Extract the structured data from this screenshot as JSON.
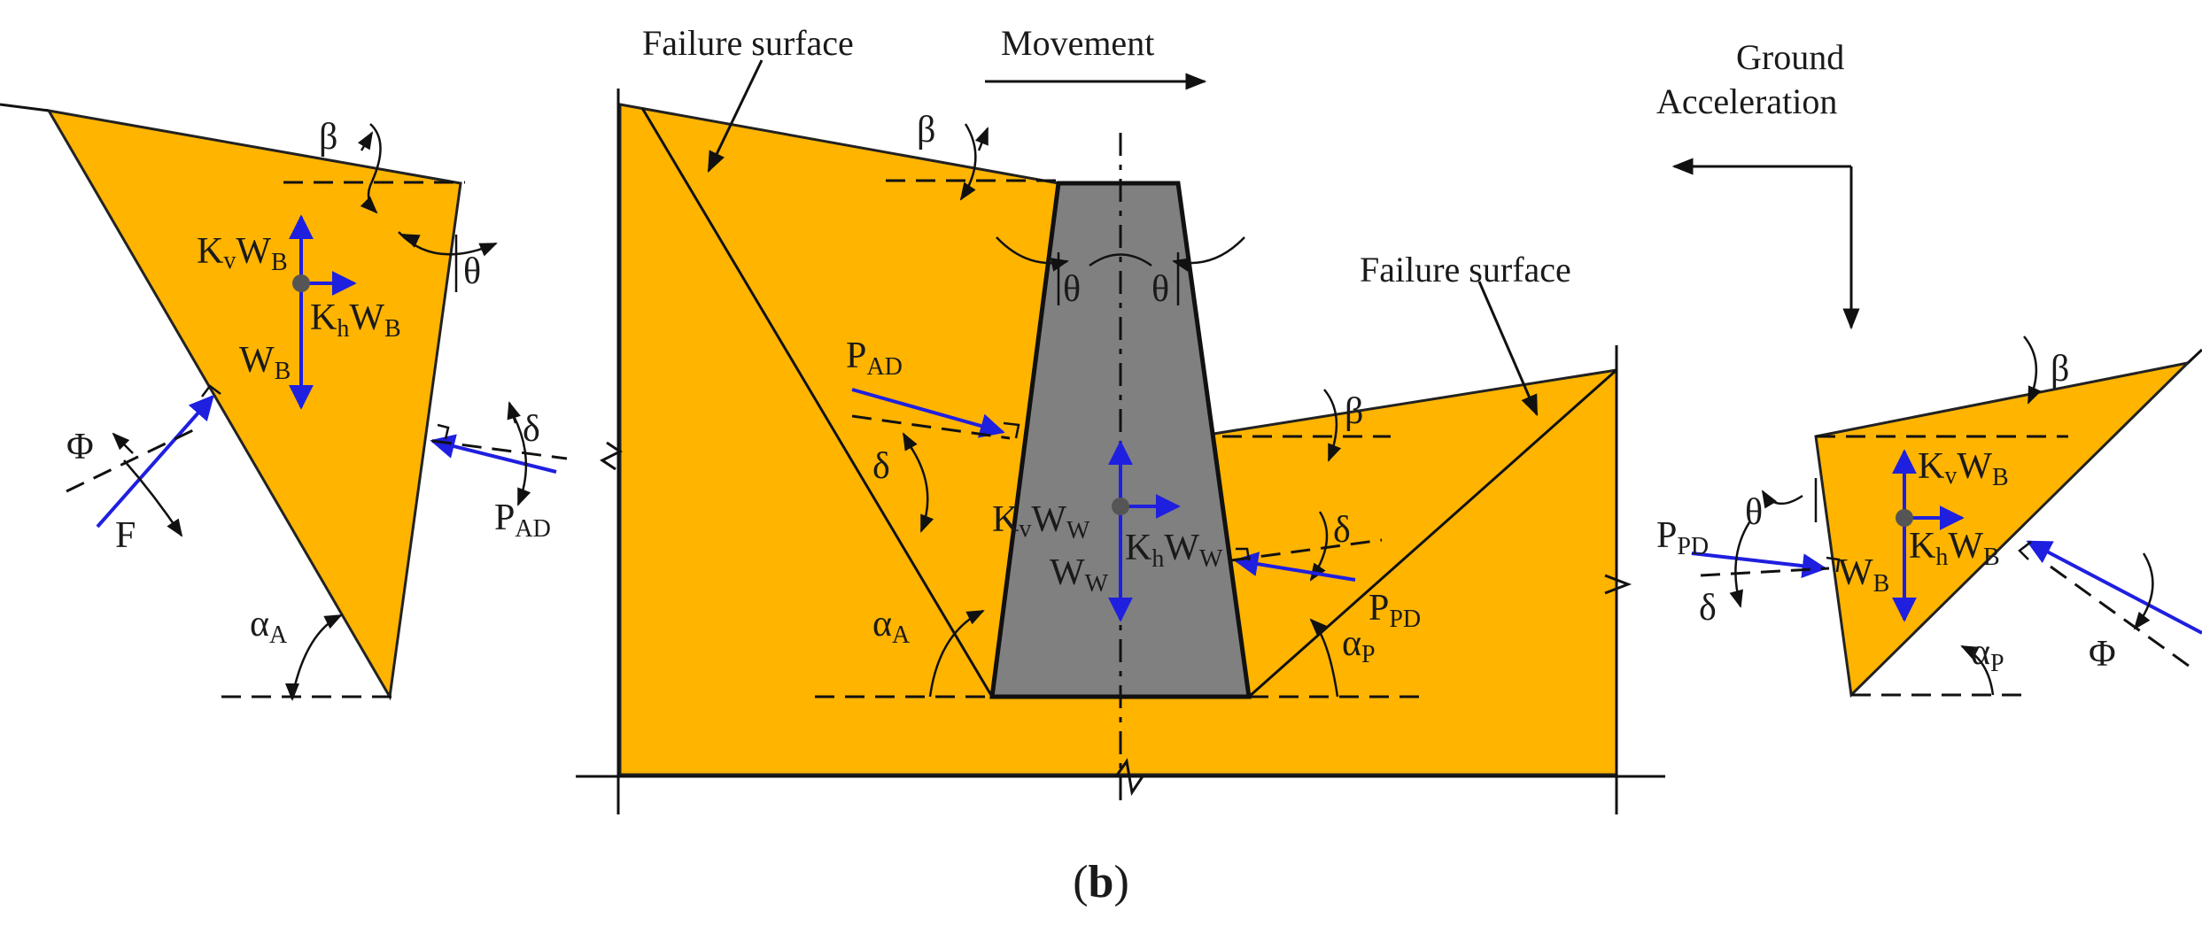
{
  "labels": {
    "failure_surface_active": "Failure surface",
    "failure_surface_passive": "Failure surface",
    "movement": "Movement",
    "ground_acceleration_line1": "Ground",
    "ground_acceleration_line2": "Acceleration",
    "caption": "(b)"
  },
  "symbols": {
    "beta": "β",
    "theta": "θ",
    "delta": "δ",
    "phi": "Φ",
    "alpha": "α",
    "K": "K",
    "W": "W",
    "P": "P",
    "F": "F",
    "sub_v": "v",
    "sub_h": "h",
    "sub_B": "B",
    "sub_W": "W",
    "sub_A": "A",
    "sub_P": "P",
    "sub_AD": "AD",
    "sub_PD": "PD"
  },
  "colors": {
    "soil": "#FFB400",
    "wall": "#808080",
    "force_vector": "#1F1FE0",
    "centroid": "#555555",
    "line": "#111111"
  }
}
